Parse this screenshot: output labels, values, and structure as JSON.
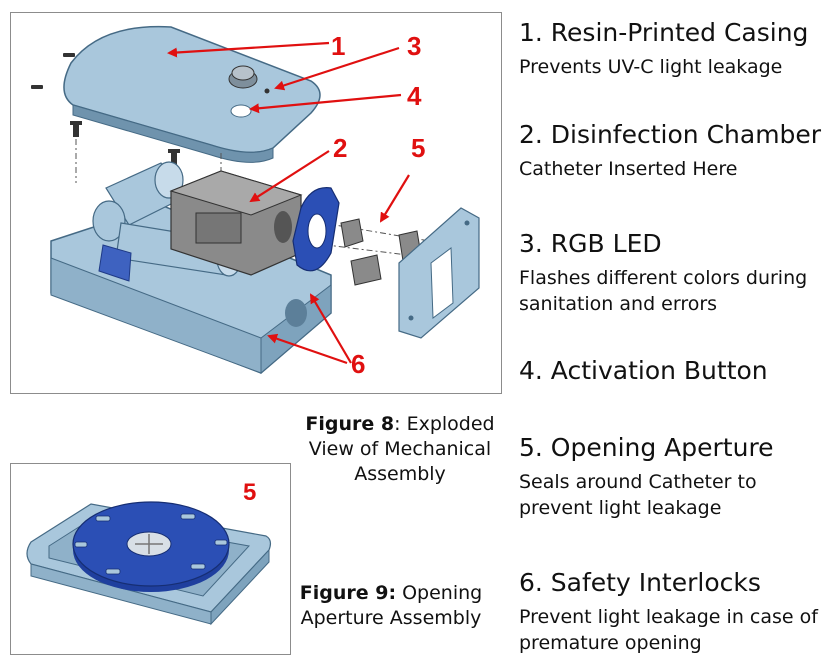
{
  "figure8": {
    "caption_bold": "Figure 8",
    "caption_rest": ": Exploded View of Mechanical Assembly",
    "callouts": [
      "1",
      "2",
      "3",
      "4",
      "5",
      "6"
    ]
  },
  "figure9": {
    "caption_bold": "Figure 9:",
    "caption_rest": " Opening Aperture Assembly",
    "callout": "5"
  },
  "legend": [
    {
      "title": "1. Resin-Printed Casing",
      "desc": "Prevents UV-C light leakage"
    },
    {
      "title": "2. Disinfection Chamber",
      "desc": "Catheter Inserted Here"
    },
    {
      "title": "3. RGB LED",
      "desc": "Flashes different colors during sanitation and errors"
    },
    {
      "title": "4. Activation Button",
      "desc": ""
    },
    {
      "title": "5. Opening Aperture",
      "desc": "Seals around Catheter to prevent light leakage"
    },
    {
      "title": "6. Safety Interlocks",
      "desc": "Prevent light leakage in case of premature opening"
    }
  ],
  "colors": {
    "casing": "#a9c7dc",
    "casing_dark": "#6f93ad",
    "chamber": "#8a8a8a",
    "aperture_blue": "#2b4fb5",
    "callout_red": "#e01010"
  }
}
